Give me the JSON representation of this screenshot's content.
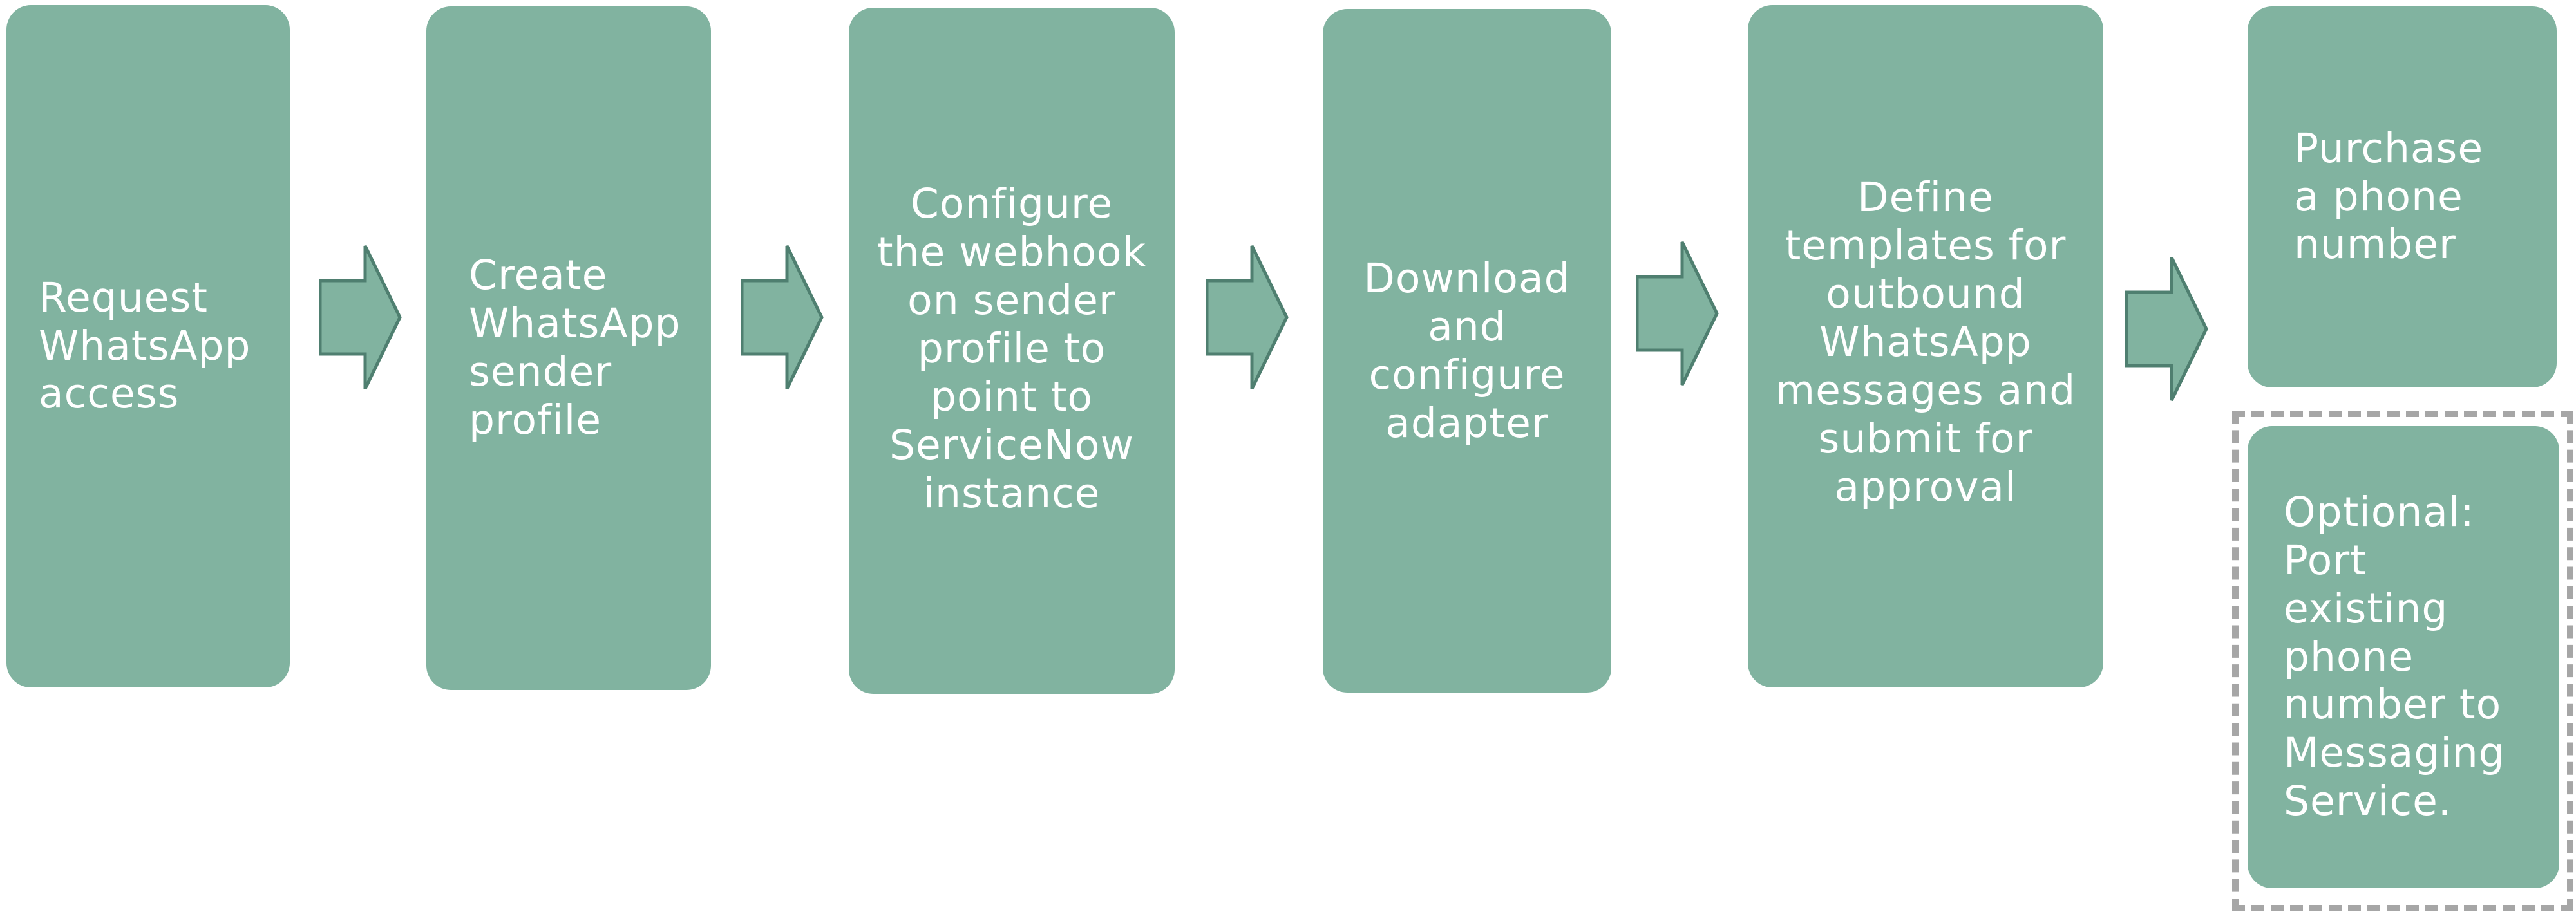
{
  "colors": {
    "box_fill": "#81b3a0",
    "arrow_fill": "#81b3a0",
    "arrow_stroke": "#4f7f70",
    "text": "#ffffff",
    "dashed_border": "#a6a6a6",
    "background": "#ffffff"
  },
  "steps": [
    {
      "label": "Request\nWhatsApp\naccess"
    },
    {
      "label": "Create\nWhatsApp\nsender\nprofile"
    },
    {
      "label": "Configure\nthe webhook\non sender\nprofile to\npoint to\nServiceNow\ninstance"
    },
    {
      "label": "Download\nand\nconfigure\nadapter"
    },
    {
      "label": "Define\ntemplates for\noutbound\nWhatsApp\nmessages and\nsubmit for\napproval"
    },
    {
      "label": "Purchase\na phone\nnumber"
    }
  ],
  "optional_step": {
    "label": "Optional:\nPort\nexisting\nphone\nnumber to\nMessaging\nService."
  },
  "connectors": [
    {
      "from": 1,
      "to": 2,
      "shape": "block-arrow"
    },
    {
      "from": 2,
      "to": 3,
      "shape": "block-arrow"
    },
    {
      "from": 3,
      "to": 4,
      "shape": "block-arrow"
    },
    {
      "from": 4,
      "to": 5,
      "shape": "block-arrow"
    },
    {
      "from": 5,
      "to": 6,
      "shape": "block-arrow"
    }
  ]
}
